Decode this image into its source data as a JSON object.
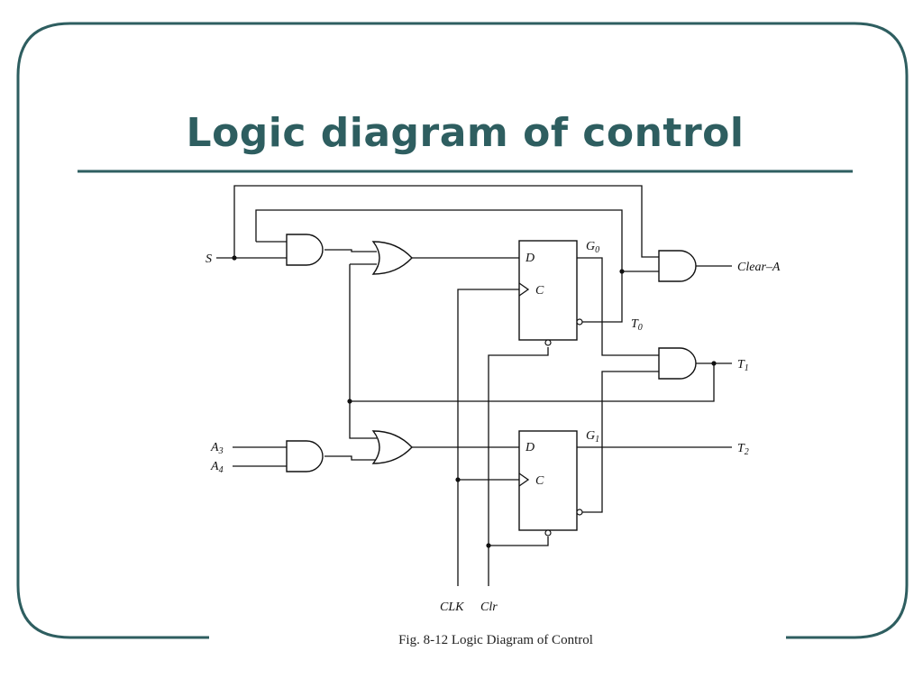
{
  "slide": {
    "title": "Logic diagram of control",
    "caption": "Fig. 8-12  Logic Diagram of Control",
    "frame_color": "#2e5e60"
  },
  "diagram": {
    "inputs": {
      "s": "S",
      "a3": "A",
      "a3_sub": "3",
      "a4": "A",
      "a4_sub": "4",
      "clk": "CLK",
      "clr": "Clr"
    },
    "outputs": {
      "clear_a": "Clear–A",
      "t0": "T",
      "t0_sub": "0",
      "t1": "T",
      "t1_sub": "1",
      "t2": "T",
      "t2_sub": "2"
    },
    "flipflop_g0": {
      "name": "G",
      "name_sub": "0",
      "d_label": "D",
      "c_label": "C"
    },
    "flipflop_g1": {
      "name": "G",
      "name_sub": "1",
      "d_label": "D",
      "c_label": "C"
    },
    "gates": [
      "and",
      "or",
      "and",
      "or",
      "and",
      "and"
    ]
  }
}
